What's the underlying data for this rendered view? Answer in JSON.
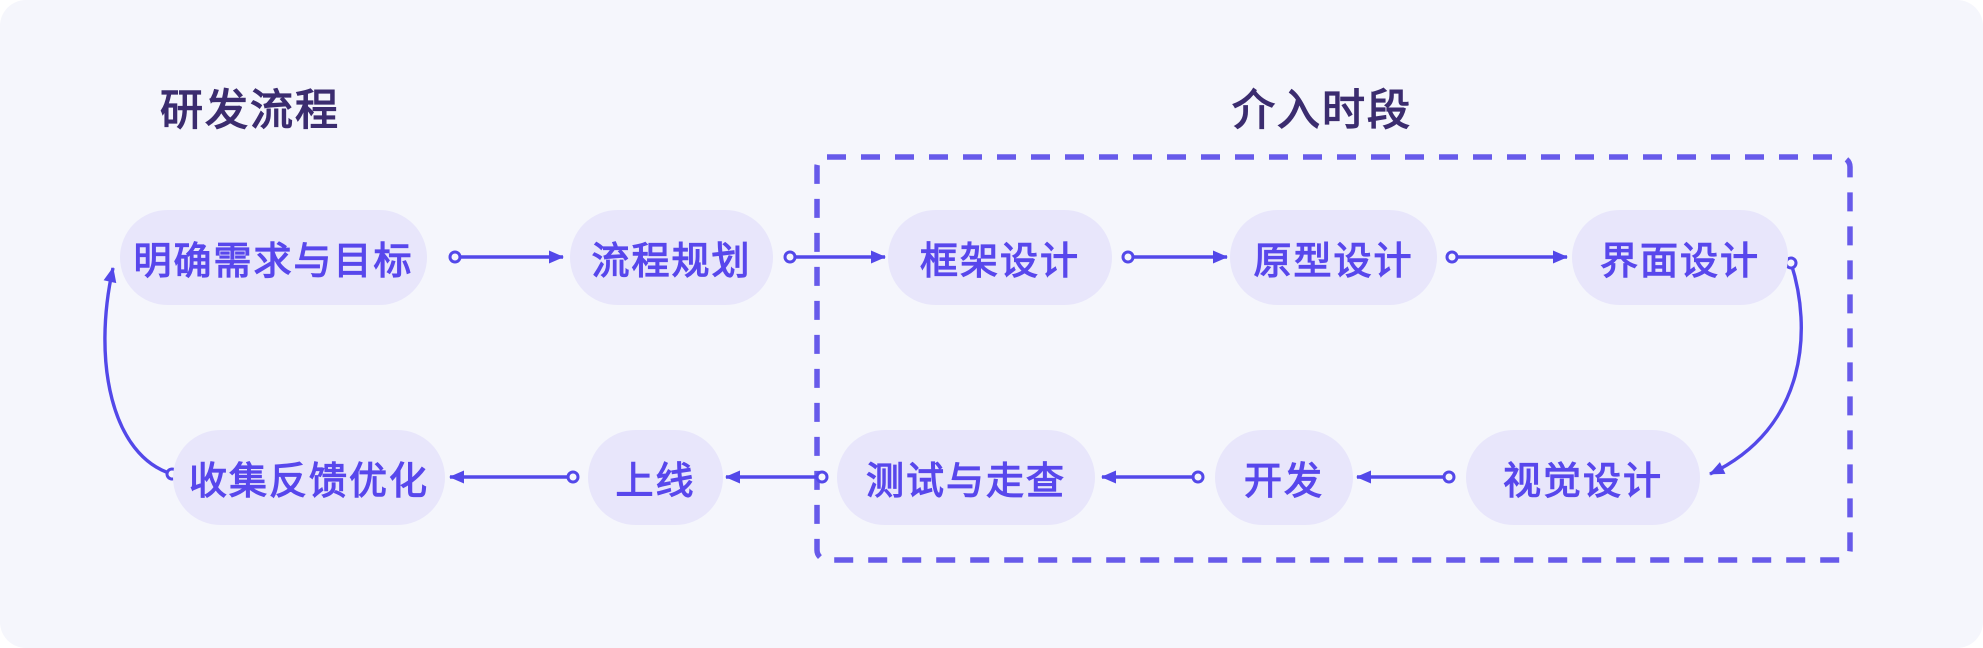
{
  "diagram": {
    "left_title": "研发流程",
    "right_title": "介入时段",
    "nodes": [
      {
        "id": "clarify-goals",
        "label": "明确需求与目标"
      },
      {
        "id": "process-planning",
        "label": "流程规划"
      },
      {
        "id": "framework-design",
        "label": "框架设计"
      },
      {
        "id": "prototype-design",
        "label": "原型设计"
      },
      {
        "id": "ui-design",
        "label": "界面设计"
      },
      {
        "id": "visual-design",
        "label": "视觉设计"
      },
      {
        "id": "development",
        "label": "开发"
      },
      {
        "id": "testing-review",
        "label": "测试与走查"
      },
      {
        "id": "launch",
        "label": "上线"
      },
      {
        "id": "feedback-optimization",
        "label": "收集反馈优化"
      }
    ],
    "colors": {
      "accent": "#5348E9",
      "dashed_border": "#675AEA",
      "node_bg": "#E8E6FB",
      "node_text": "#5847EC",
      "title_text": "#3B2C6F",
      "panel_bg": "#F5F6FC"
    }
  }
}
